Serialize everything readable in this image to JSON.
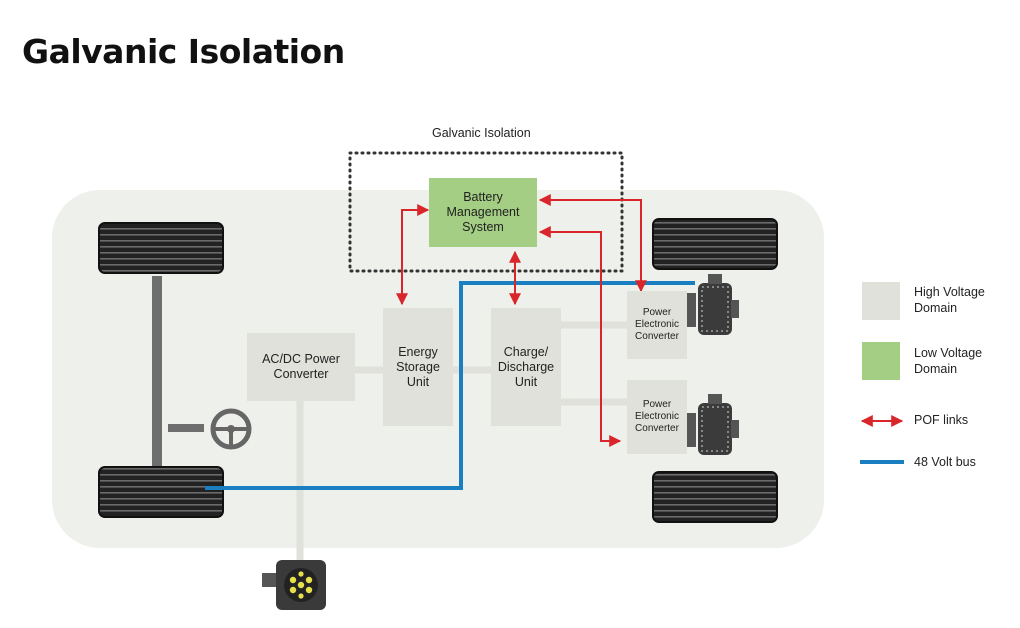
{
  "title": "Galvanic Isolation",
  "isolation_label": "Galvanic Isolation",
  "blocks": {
    "bms": "Battery Management System",
    "acdc": "AC/DC Power Converter",
    "storage": "Energy Storage Unit",
    "charge": "Charge/ Discharge Unit",
    "pec1": "Power Electronic Converter",
    "pec2": "Power Electronic Converter"
  },
  "legend": {
    "high_voltage": "High Voltage Domain",
    "low_voltage": "Low Voltage Domain",
    "pof": "POF links",
    "bus": "48 Volt bus"
  },
  "colors": {
    "high_voltage": "#dfe1da",
    "low_voltage": "#a4ce83",
    "pof": "#d9262b",
    "bus": "#1a7fc1",
    "chassis": "#eef0ec"
  }
}
